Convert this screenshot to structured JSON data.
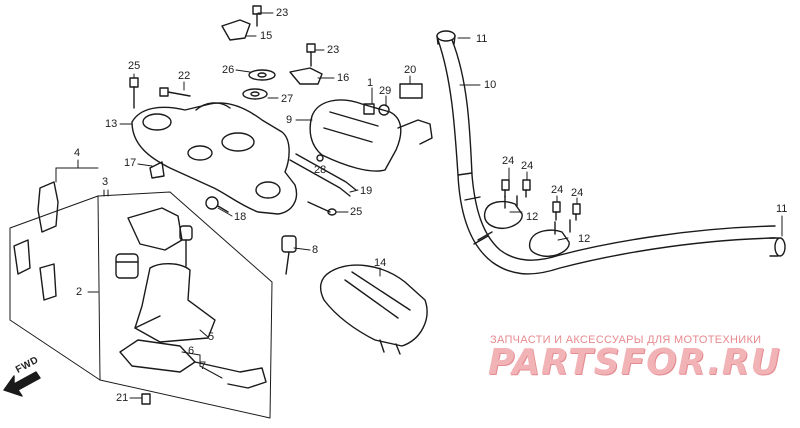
{
  "callouts": {
    "c23a": "23",
    "c15": "15",
    "c23b": "23",
    "c16": "16",
    "c25a": "25",
    "c22": "22",
    "c26": "26",
    "c27": "27",
    "c13": "13",
    "c1": "1",
    "c29": "29",
    "c20": "20",
    "c9": "9",
    "c4": "4",
    "c17": "17",
    "c28": "28",
    "c3": "3",
    "c19": "19",
    "c25b": "25",
    "c18": "18",
    "c8": "8",
    "c2": "2",
    "c14": "14",
    "c5": "5",
    "c6": "6",
    "c7": "7",
    "c21": "21",
    "c11a": "11",
    "c10": "10",
    "c24a": "24",
    "c24b": "24",
    "c24c": "24",
    "c24d": "24",
    "c12a": "12",
    "c12b": "12",
    "c11b": "11"
  },
  "fwd_label": "FWD",
  "watermark": {
    "caption": "ЗАПЧАСТИ И АКСЕССУАРЫ ДЛЯ МОТОТЕХНИКИ",
    "logo": "PARTSFOR.RU",
    "color": "#f2b3b7"
  }
}
